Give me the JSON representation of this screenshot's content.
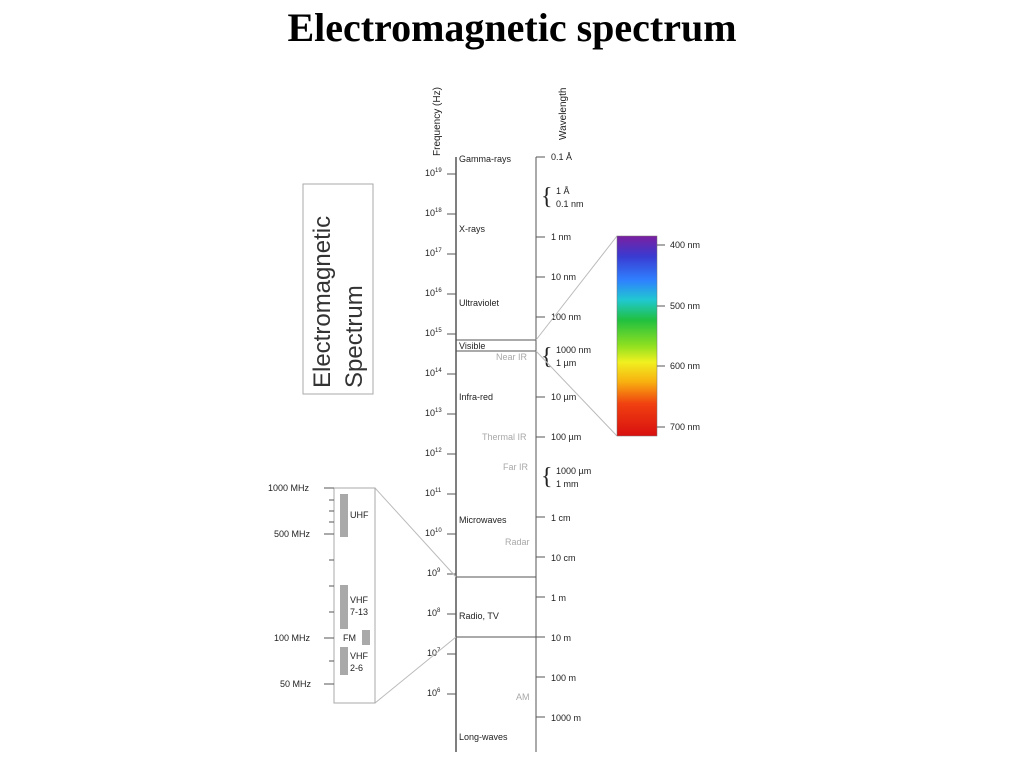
{
  "title": "Electromagnetic spectrum",
  "box_title": {
    "line1": "Electromagnetic",
    "line2": "Spectrum"
  },
  "headers": {
    "frequency": "Frequency (Hz)",
    "wavelength": "Wavelength"
  },
  "frequency_ticks": [
    {
      "base": "10",
      "exp": "19"
    },
    {
      "base": "10",
      "exp": "18"
    },
    {
      "base": "10",
      "exp": "17"
    },
    {
      "base": "10",
      "exp": "16"
    },
    {
      "base": "10",
      "exp": "15"
    },
    {
      "base": "10",
      "exp": "14"
    },
    {
      "base": "10",
      "exp": "13"
    },
    {
      "base": "10",
      "exp": "12"
    },
    {
      "base": "10",
      "exp": "11"
    },
    {
      "base": "10",
      "exp": "10"
    },
    {
      "base": "10",
      "exp": "9"
    },
    {
      "base": "10",
      "exp": "8"
    },
    {
      "base": "10",
      "exp": "7"
    },
    {
      "base": "10",
      "exp": "6"
    }
  ],
  "regions": [
    "Gamma-rays",
    "X-rays",
    "Ultraviolet",
    "Visible",
    "Infra-red",
    "Microwaves",
    "Radio, TV",
    "Long-waves"
  ],
  "subregions": [
    "Near IR",
    "Thermal IR",
    "Far IR",
    "Radar",
    "AM"
  ],
  "wavelengths": {
    "w0": "0.1 Å",
    "pair1": [
      "1 Å",
      "0.1 nm"
    ],
    "w2": "1 nm",
    "w3": "10 nm",
    "w4": "100 nm",
    "pair2": [
      "1000 nm",
      "1 µm"
    ],
    "w6": "10 µm",
    "w7": "100 µm",
    "pair3": [
      "1000 µm",
      "1 mm"
    ],
    "w9": "1 cm",
    "w10": "10 cm",
    "w11": "1 m",
    "w12": "10 m",
    "w13": "100 m",
    "w14": "1000 m"
  },
  "visible_scale": [
    "400 nm",
    "500 nm",
    "600 nm",
    "700 nm"
  ],
  "radio_scale": [
    "1000 MHz",
    "500 MHz",
    "100 MHz",
    "50 MHz"
  ],
  "radio_bands": [
    "UHF",
    "VHF",
    "7-13",
    "FM",
    "VHF",
    "2-6"
  ],
  "colors": {
    "axis": "#555555",
    "box_border": "#aaaaaa",
    "band_fill": "#a9a9a9",
    "connector": "#bbbbbb"
  }
}
